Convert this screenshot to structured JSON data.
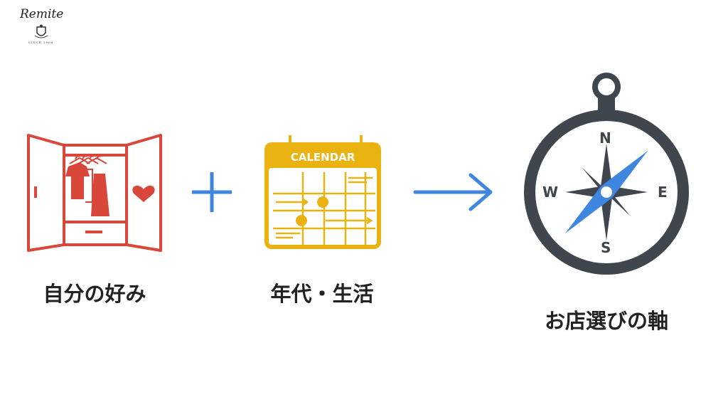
{
  "logo": {
    "name": "Remite",
    "tagline": "SINCE 2006"
  },
  "items": [
    {
      "label": "自分の好み",
      "icon": "wardrobe-icon",
      "color": "#d9473a"
    },
    {
      "label": "年代・生活",
      "icon": "calendar-icon",
      "color": "#ebb311",
      "calendar_text": "CALENDAR"
    },
    {
      "label": "お店選びの軸",
      "icon": "compass-icon",
      "color": "#3f464d",
      "directions": {
        "n": "N",
        "e": "E",
        "s": "S",
        "w": "W"
      },
      "needle_color": "#3f86e0"
    }
  ],
  "operators": {
    "plus_color": "#3f86e0",
    "arrow_color": "#3f86e0"
  }
}
